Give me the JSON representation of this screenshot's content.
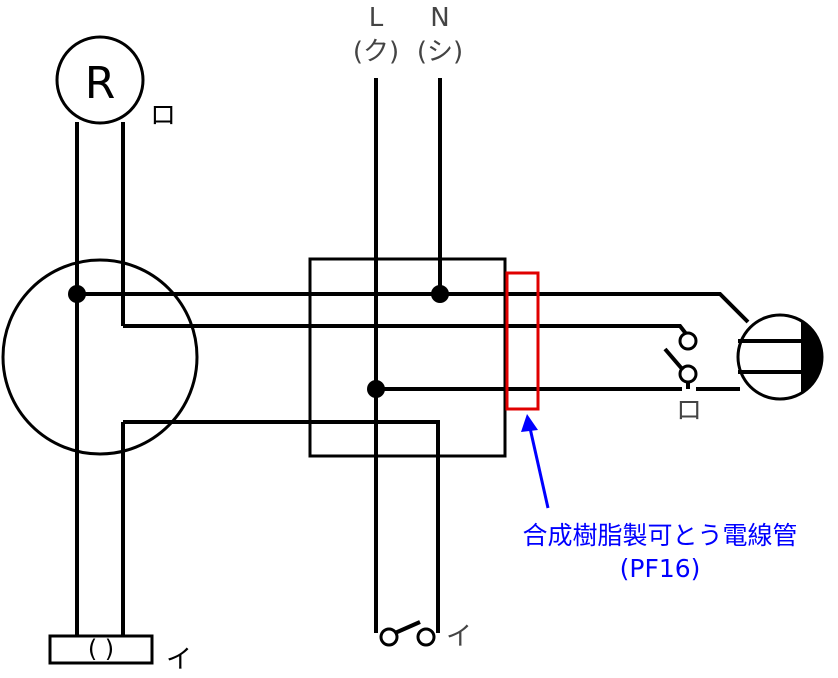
{
  "terminals": {
    "line_letter": "L",
    "line_code": "(ク)",
    "neutral_letter": "N",
    "neutral_code": "(シ)"
  },
  "pilot_lamp": {
    "symbol": "R",
    "switch_mark": "ロ"
  },
  "receptacle": {
    "symbol": "( )",
    "switch_mark": "イ"
  },
  "switch_i_mark": "イ",
  "switch_ro_mark": "ロ",
  "annotation": {
    "line1": "合成樹脂製可とう電線管",
    "line2": "(PF16)",
    "color": "#0000ff"
  },
  "highlight_color": "#e00000"
}
